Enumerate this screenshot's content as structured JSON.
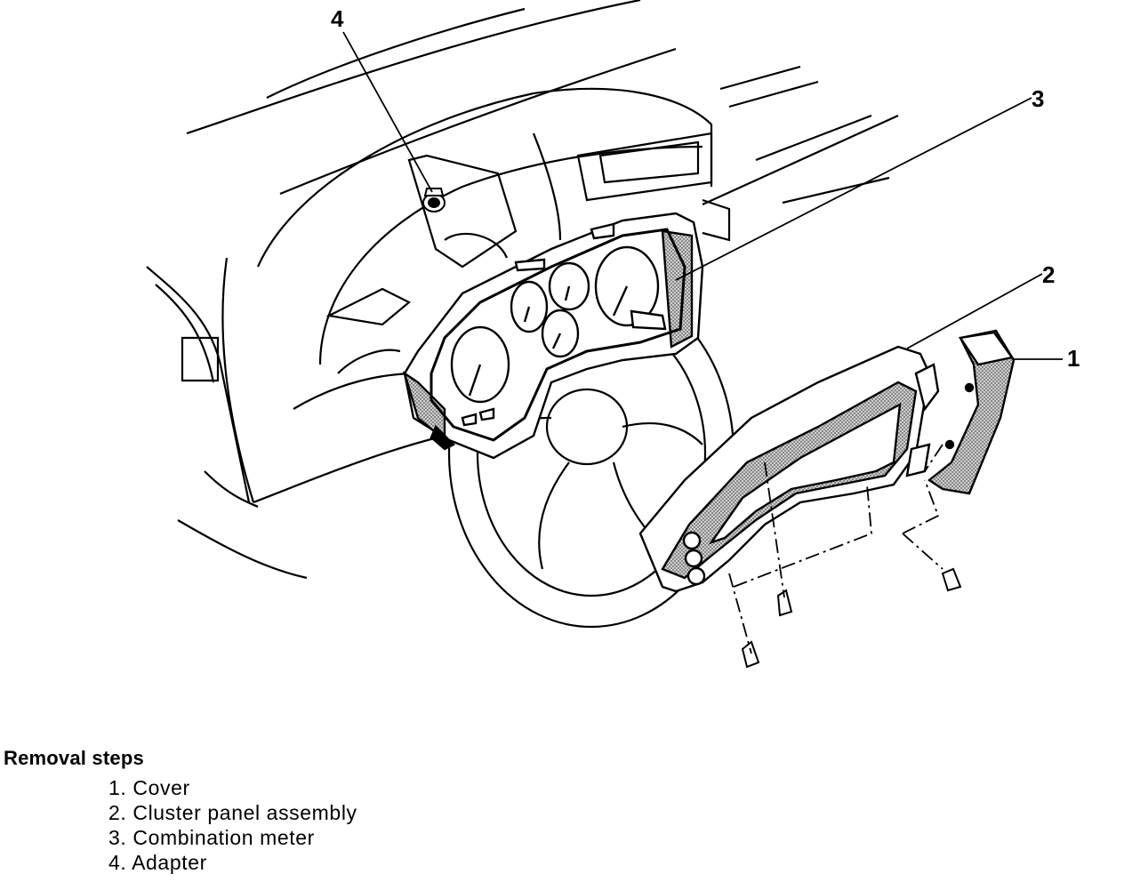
{
  "callouts": {
    "c1": "1",
    "c2": "2",
    "c3": "3",
    "c4": "4"
  },
  "legend": {
    "title": "Removal steps",
    "steps": [
      "1. Cover",
      "2. Cluster panel assembly",
      "3. Combination meter",
      "4. Adapter"
    ]
  },
  "colors": {
    "line": "#000000",
    "hatch": "#9a9a9a",
    "background": "#ffffff"
  }
}
